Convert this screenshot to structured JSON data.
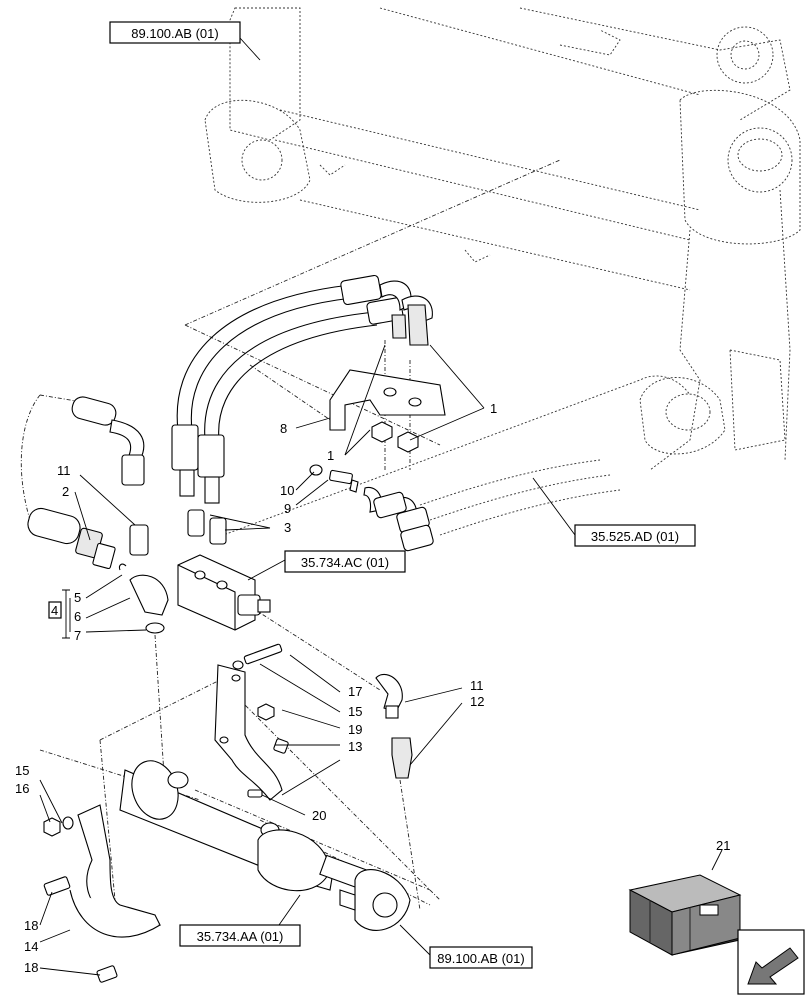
{
  "references": {
    "frame_top": "89.100.AB (01)",
    "hoses_right": "35.525.AD (01)",
    "valve_block": "35.734.AC (01)",
    "cylinder": "35.734.AA (01)",
    "frame_bottom": "89.100.AB (01)"
  },
  "callouts": {
    "c1a": "1",
    "c1b": "1",
    "c2": "2",
    "c3": "3",
    "c4": "4",
    "c5": "5",
    "c6": "6",
    "c7": "7",
    "c8": "8",
    "c9": "9",
    "c10": "10",
    "c11a": "11",
    "c11b": "11",
    "c12": "12",
    "c13": "13",
    "c14": "14",
    "c15a": "15",
    "c15b": "15",
    "c16": "16",
    "c17": "17",
    "c18a": "18",
    "c18b": "18",
    "c19": "19",
    "c20": "20",
    "c21": "21"
  },
  "icons": {
    "kit_box": "kit-crate-icon",
    "navigation": "arrow-down-left-icon"
  }
}
